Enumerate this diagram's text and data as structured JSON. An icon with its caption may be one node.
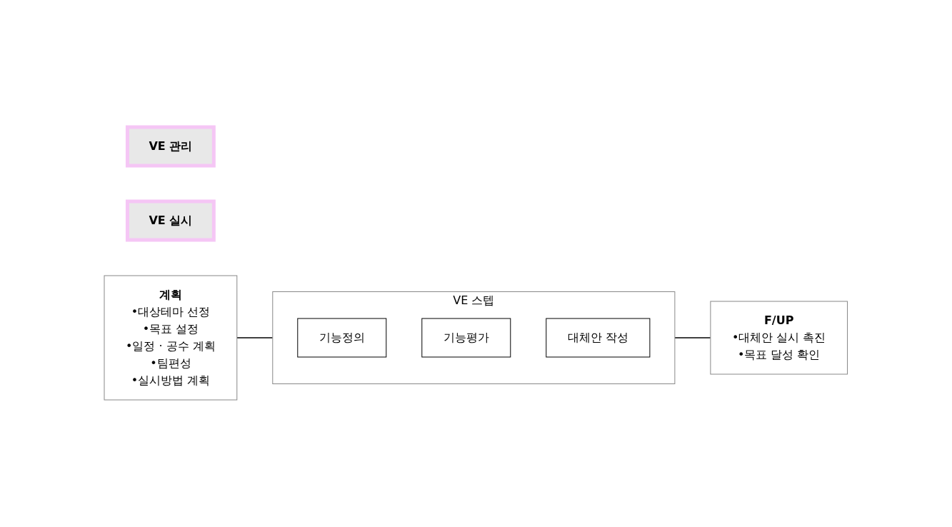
{
  "diagram": {
    "nodes": [
      {
        "text": [
          "VE 관리"
        ]
      },
      {
        "text": [
          "VE 실시"
        ]
      },
      {
        "text": [
          "계획",
          "•대상테마 선정",
          "•목표 설정",
          "•일정 · 공수 계획",
          "•팀편성",
          "•실시방법 계획"
        ]
      },
      {
        "text": [
          "VE 스텝"
        ]
      },
      {
        "text": [
          "기능정의"
        ],
        "in": 3
      },
      {
        "text": [
          "기능평가"
        ],
        "in": 3
      },
      {
        "text": [
          "대체안 작성"
        ],
        "in": 3
      },
      {
        "text": [
          "F/UP",
          "•대체안 실시 촉진",
          "•목표 달성 확인"
        ]
      }
    ],
    "edges": [
      {
        "from": 2,
        "to": 3,
        "arrow": "none"
      },
      {
        "from": 3,
        "to": 7,
        "arrow": "none"
      }
    ]
  }
}
